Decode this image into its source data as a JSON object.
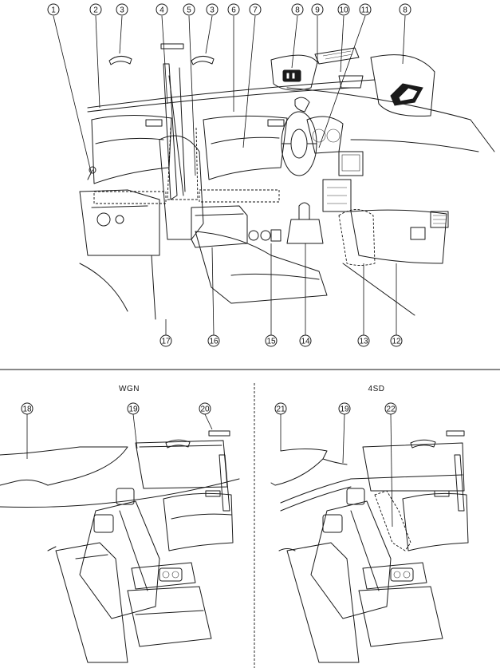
{
  "callouts": {
    "c1": "1",
    "c2": "2",
    "c3a": "3",
    "c3b": "3",
    "c4": "4",
    "c5": "5",
    "c6": "6",
    "c7": "7",
    "c8a": "8",
    "c8b": "8",
    "c9": "9",
    "c10": "10",
    "c11": "11",
    "c12": "12",
    "c13": "13",
    "c14": "14",
    "c15": "15",
    "c16": "16",
    "c17": "17",
    "c18": "18",
    "c19a": "19",
    "c19b": "19",
    "c20": "20",
    "c21": "21",
    "c22": "22"
  },
  "variants": {
    "left": "WGN",
    "right": "4SD"
  }
}
